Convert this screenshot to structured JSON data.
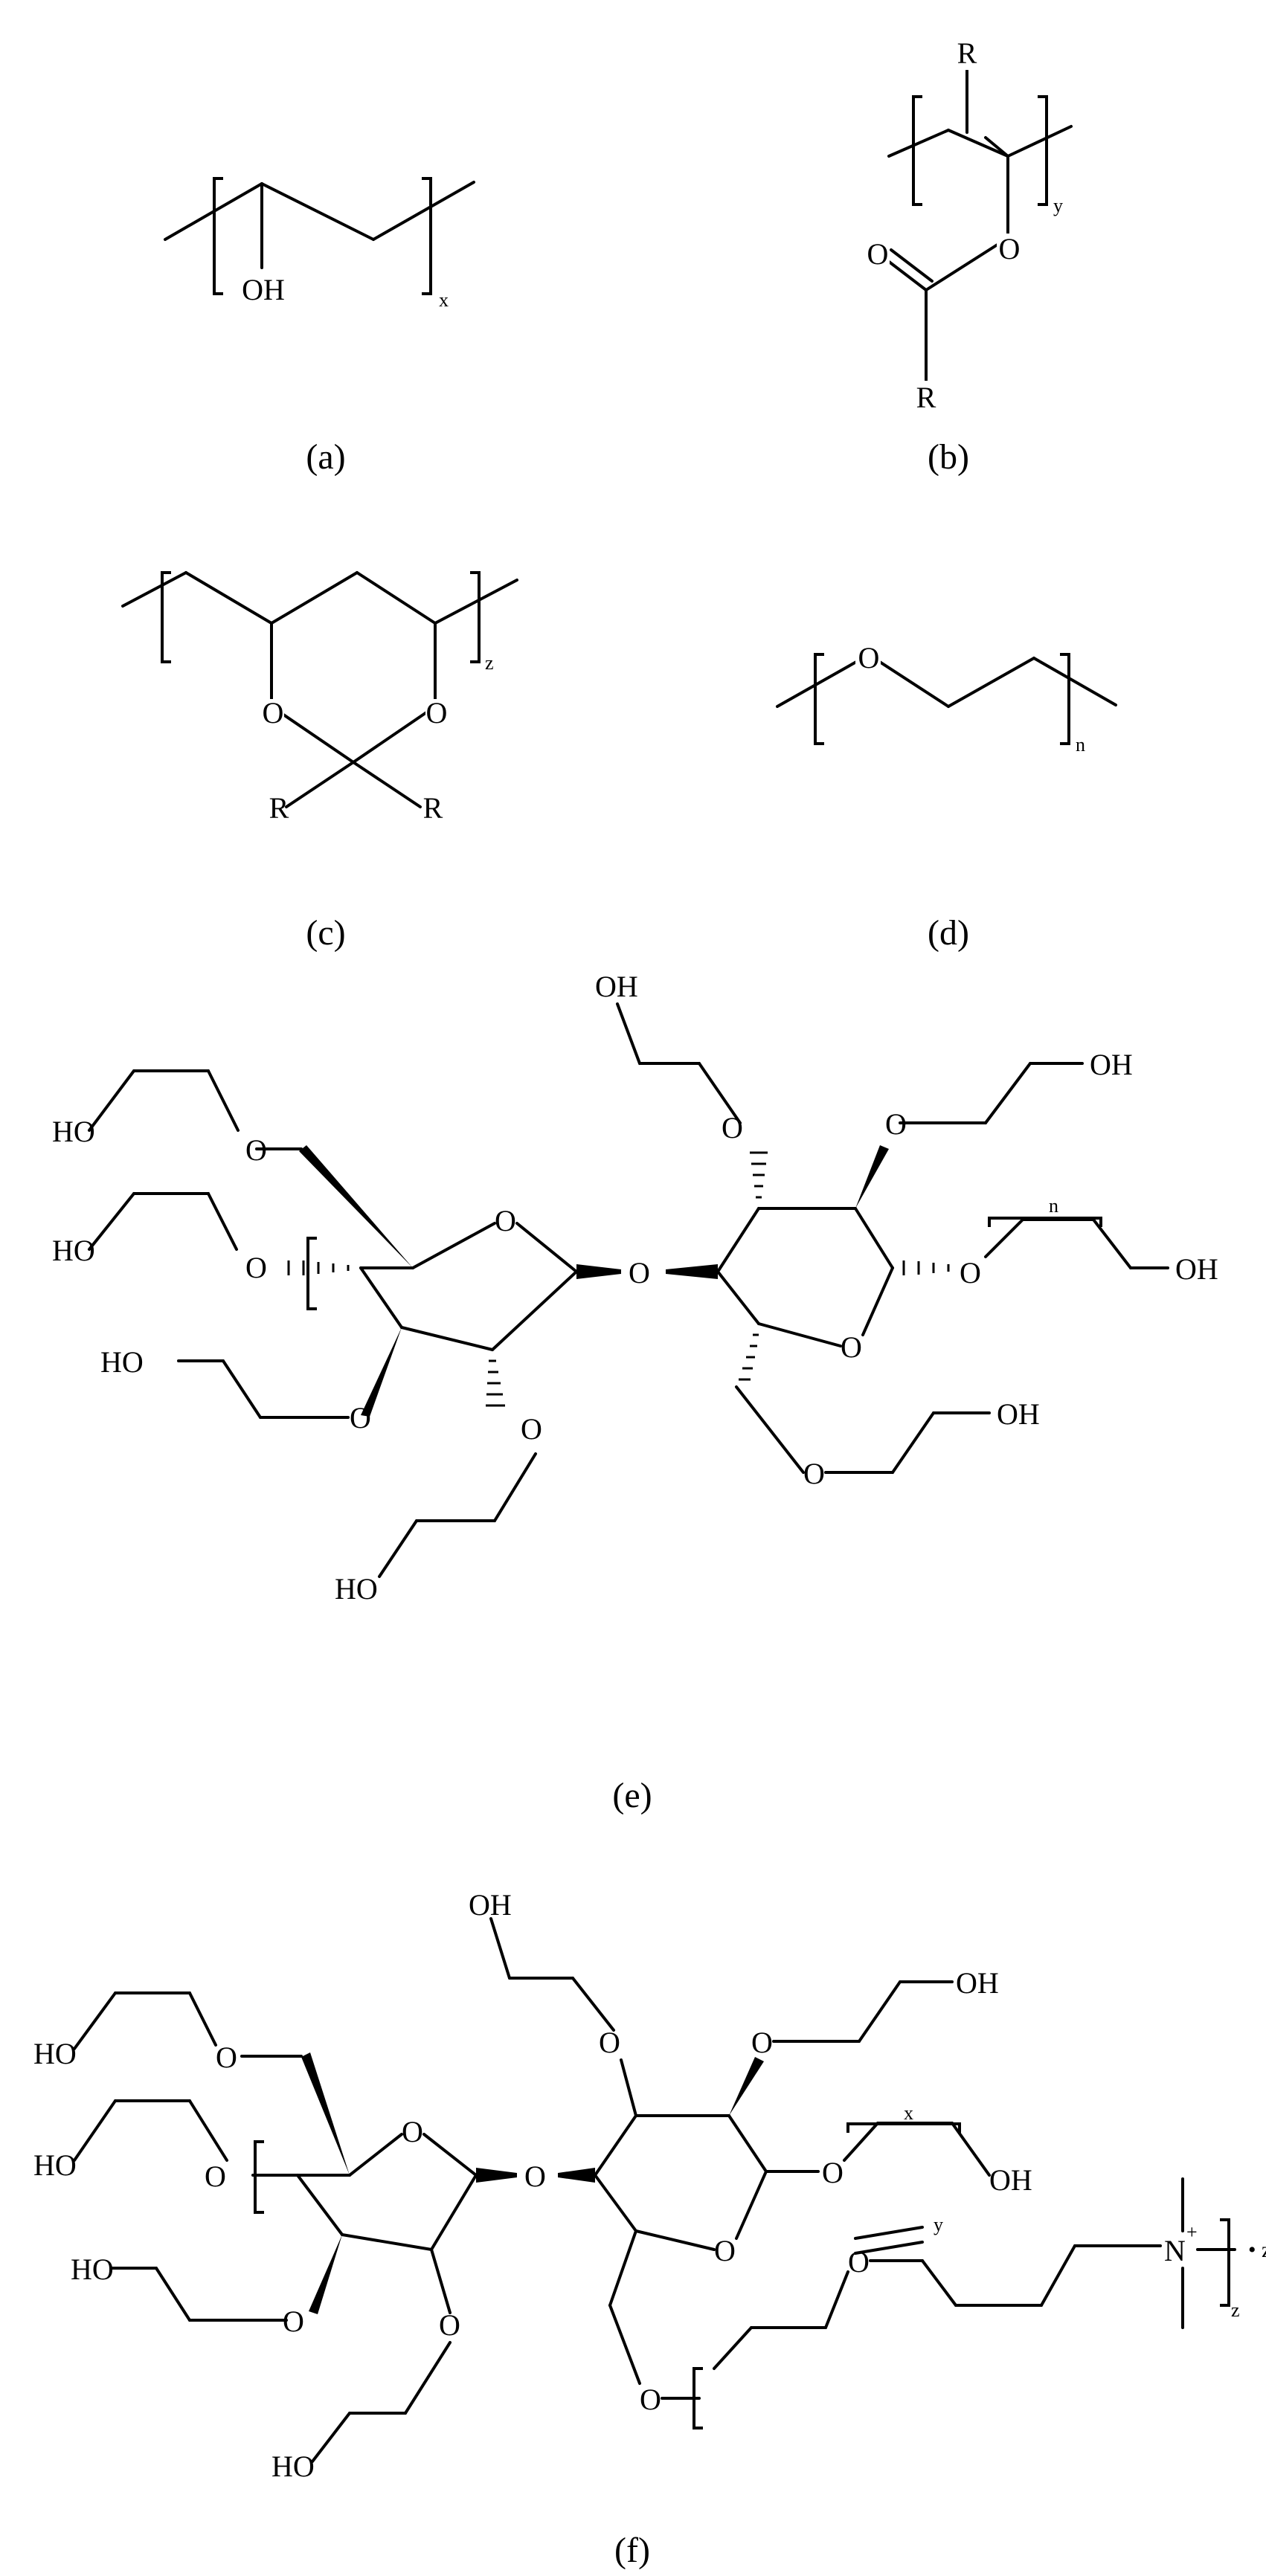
{
  "panels": {
    "a": {
      "caption": "(a)",
      "oh": "OH",
      "sub": "x"
    },
    "b": {
      "caption": "(b)",
      "r_top": "R",
      "o_ester": "O",
      "o_carbonyl": "O",
      "r_bottom": "R",
      "sub": "y"
    },
    "c": {
      "caption": "(c)",
      "o_left": "O",
      "o_right": "O",
      "r_left": "R",
      "r_right": "R",
      "sub": "z"
    },
    "d": {
      "caption": "(d)",
      "o": "O",
      "sub": "n"
    },
    "e": {
      "caption": "(e)",
      "ho1": "HO",
      "ho2": "HO",
      "ho3": "HO",
      "ho4": "HO",
      "oh1": "OH",
      "oh2": "OH",
      "oh3": "OH",
      "oh4": "OH",
      "o": "O",
      "o_bracket": "O",
      "n": "n"
    },
    "f": {
      "caption": "(f)",
      "ho1": "HO",
      "ho2": "HO",
      "ho3": "HO",
      "ho4": "HO",
      "oh1": "OH",
      "oh2": "OH",
      "oh3": "OH",
      "o": "O",
      "x": "x",
      "y": "y",
      "z": "z",
      "n": "N",
      "n_charge": "+",
      "counterion": "• zCl⁻"
    }
  }
}
